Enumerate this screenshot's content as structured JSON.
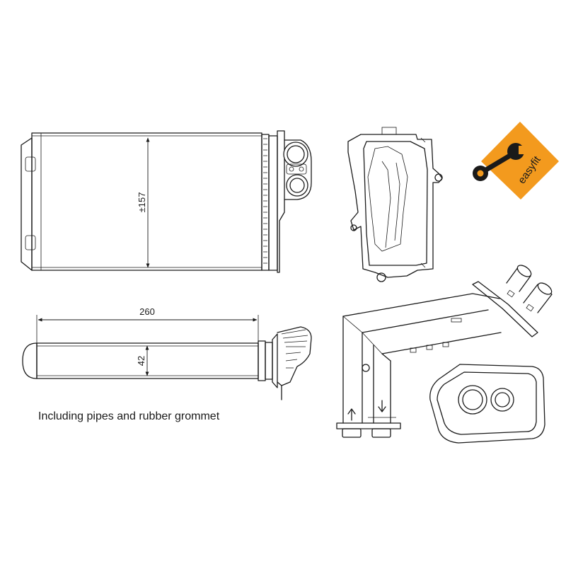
{
  "dimensions": {
    "height": "±157",
    "length": "260",
    "thickness": "42"
  },
  "caption": "Including pipes and rubber grommet",
  "badge": {
    "text": "easyfit",
    "color": "#f39a1e",
    "icon": "wrench-icon"
  },
  "colors": {
    "line": "#1a1a1a",
    "background": "#ffffff"
  }
}
